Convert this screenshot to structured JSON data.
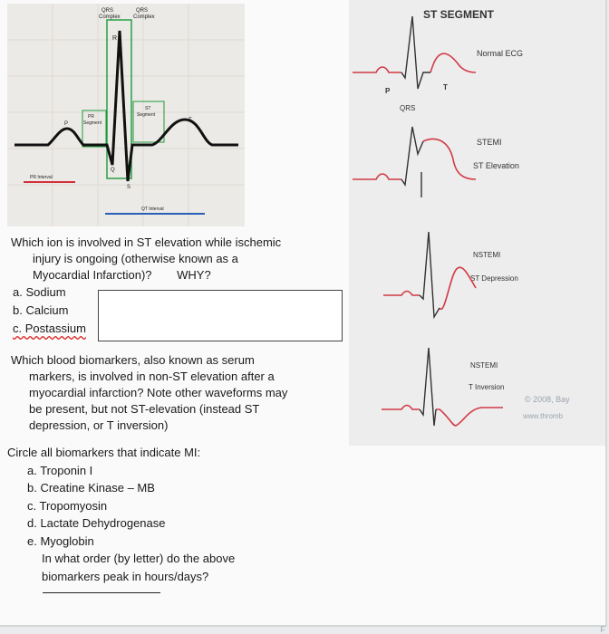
{
  "ecg_diagram": {
    "labels": {
      "qrs_complex_1": [
        "QRS",
        "Complex"
      ],
      "qrs_complex_2": [
        "QRS",
        "Complex"
      ],
      "r": "R",
      "pr_segment": [
        "PR",
        "Segment"
      ],
      "st_segment": [
        "ST",
        "Segment"
      ],
      "p": "P",
      "t": "T",
      "q": "Q",
      "s": "S",
      "pr_interval": "PR Interval",
      "qt_interval": "QT Interval"
    }
  },
  "st_diagram": {
    "title": "ST SEGMENT",
    "normal": "Normal ECG",
    "p": "P",
    "t": "T",
    "qrs": "QRS",
    "stemi": "STEMI",
    "st_elevation": "ST Elevation",
    "nstemi_1": "NSTEMI",
    "st_depression": "ST Depression",
    "nstemi_2": "NSTEMI",
    "t_inversion": "T Inversion",
    "copyright": "© 2008, Bay",
    "url": "www.thromb"
  },
  "question1": {
    "lines": [
      "Which ion is involved in ST elevation while ischemic",
      "injury is ongoing (otherwise known as a",
      "Myocardial Infarction)?"
    ],
    "why": "WHY?",
    "options": [
      "a. Sodium",
      "b. Calcium",
      "c. Postassium"
    ]
  },
  "question2": {
    "lines": [
      "Which blood biomarkers, also known as serum",
      "markers, is involved in non-ST elevation after a",
      "myocardial infarction? Note other waveforms may",
      "be present, but not ST-elevation (instead ST",
      "depression, or T inversion)"
    ]
  },
  "question3": {
    "heading": "Circle all biomarkers that indicate MI:",
    "options": [
      "a. Troponin I",
      "b. Creatine Kinase – MB",
      "c. Tropomyosin",
      "d. Lactate Dehydrogenase",
      "e. Myoglobin"
    ],
    "followup": [
      "In what order (by letter) do the above",
      "biomarkers peak in hours/days?"
    ]
  },
  "corner_text": "F"
}
